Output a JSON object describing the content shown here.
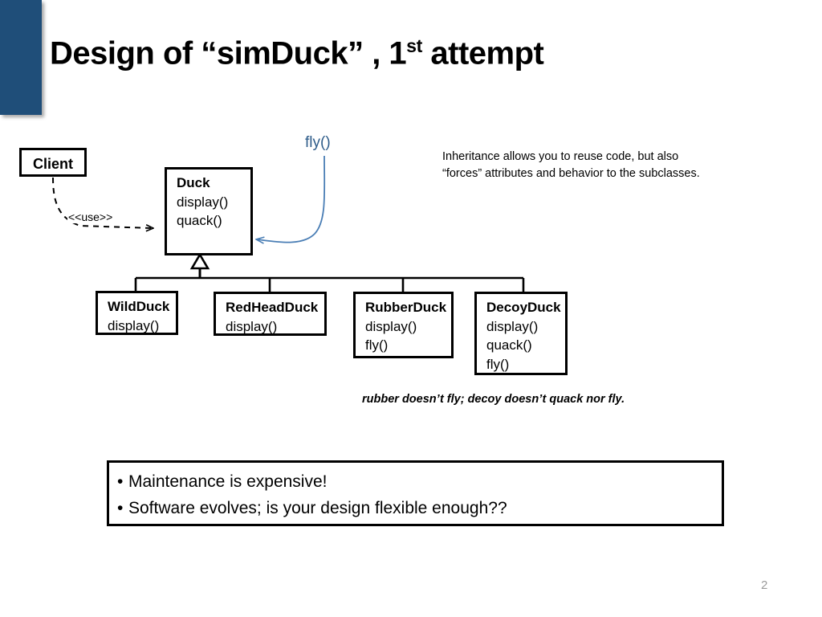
{
  "slide": {
    "title_prefix": "Design of “simDuck” , 1",
    "title_sup": "st",
    "title_suffix": " attempt",
    "page_number": "2",
    "accent_color": "#1F4E79",
    "blue_annotation_color": "#2E5C8A"
  },
  "diagram": {
    "client_box": {
      "name": "Client"
    },
    "dependency": {
      "stereotype_label": "<<use>>",
      "from": "Client",
      "to": "Duck",
      "style": "dashed-arrow"
    },
    "base_class": {
      "name": "Duck",
      "operations": [
        "display()",
        "quack()"
      ]
    },
    "fly_annotation": {
      "label": "fly()",
      "arrow_target": "Duck",
      "color": "#2E5C8A"
    },
    "subclasses": [
      {
        "name": "WildDuck",
        "operations": [
          "display()"
        ]
      },
      {
        "name": "RedHeadDuck",
        "operations": [
          "display()"
        ]
      },
      {
        "name": "RubberDuck",
        "operations": [
          "display()",
          "fly()"
        ]
      },
      {
        "name": "DecoyDuck",
        "operations": [
          "display()",
          "quack()",
          "fly()"
        ]
      }
    ],
    "inheritance_note": {
      "line1": "Inheritance allows you to reuse code, but also",
      "line2": "“forces” attributes and behavior to the subclasses."
    },
    "caption": "rubber doesn’t fly; decoy doesn’t quack nor fly."
  },
  "bullets": {
    "marker": "•",
    "items": [
      "Maintenance is expensive!",
      "Software evolves; is your design flexible enough??"
    ]
  }
}
